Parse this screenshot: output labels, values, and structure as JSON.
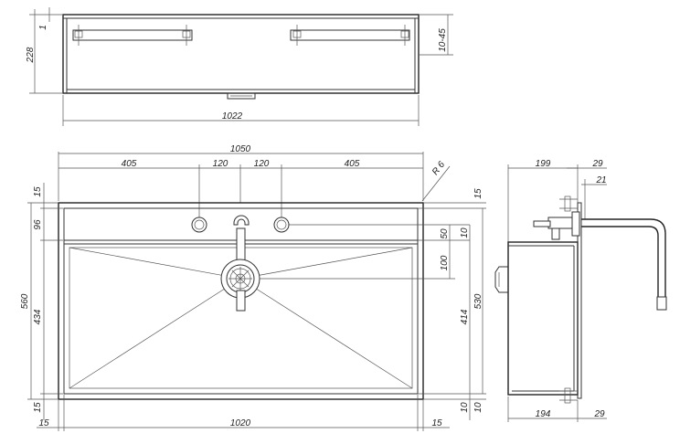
{
  "top_view": {
    "width_label": "1022",
    "height_label": "228",
    "rim_label": "1",
    "clamp_label": "10-45"
  },
  "front_view": {
    "overall_width": "1050",
    "left_segment": "405",
    "mid_left": "120",
    "mid_right": "120",
    "right_segment": "405",
    "radius_label": "R 6",
    "left_dims": [
      "15",
      "96",
      "434",
      "15"
    ],
    "overall_height": "560",
    "bottom_left": "15",
    "bottom_width": "1020",
    "bottom_right": "15",
    "right_dims": [
      "15",
      "50",
      "100",
      "414",
      "10",
      "10"
    ],
    "inner_height": "530"
  },
  "side_view": {
    "top_dims": [
      "199",
      "29",
      "21"
    ],
    "bottom_dims": [
      "194",
      "29"
    ]
  }
}
